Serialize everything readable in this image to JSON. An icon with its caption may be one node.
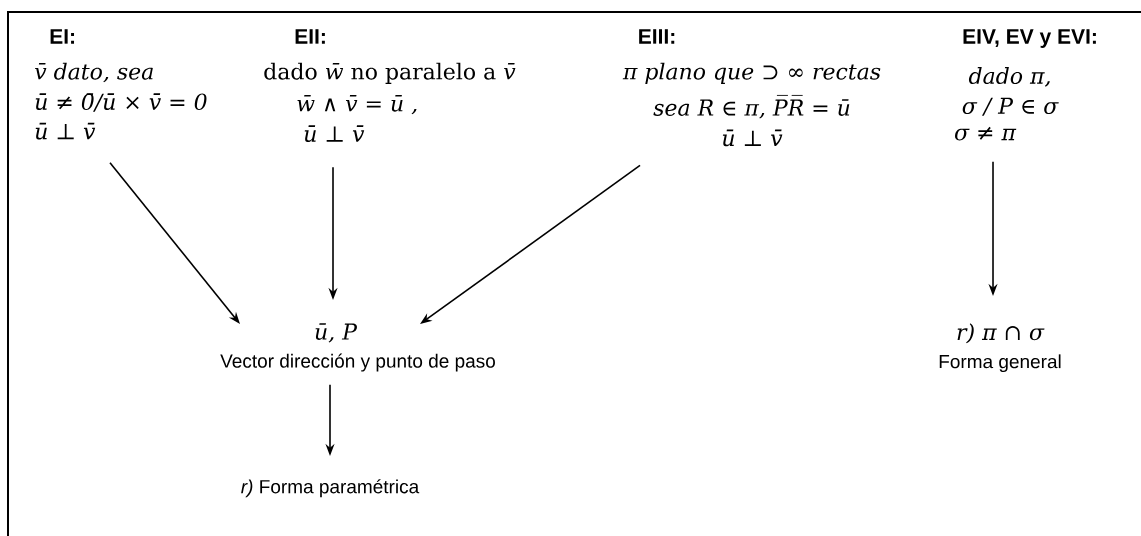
{
  "diagram": {
    "nodes": [
      {
        "text": [
          "EI:",
          "v̄ dato, sea",
          "ū ≠ 0̄/ū × v̄ = 0",
          "ū ⊥ v̄"
        ]
      },
      {
        "text": [
          "EII:",
          "dado *w̄* no paralelo a *v̄*",
          "w̄ ∧ v̄ = ū ,",
          "ū ⊥ v̄"
        ]
      },
      {
        "text": [
          "EIII:",
          "π plano que ⊃ ∞ rectas",
          "sea R ∈ π, P̅R̅ = ū",
          "ū ⊥ v̄"
        ]
      },
      {
        "text": [
          "EIV, EV y EVI:",
          "dado π,",
          "σ / P ∈ σ",
          "σ ≠ π"
        ]
      },
      {
        "text": [
          "ū, P",
          "Vector dirección y punto de paso"
        ]
      },
      {
        "text": [
          "*r)* Forma paramétrica"
        ]
      },
      {
        "text": [
          "r) π ∩ σ",
          "Forma general"
        ]
      }
    ],
    "edges": [
      {
        "from": 0,
        "to": 4,
        "arrow": "to"
      },
      {
        "from": 1,
        "to": 4,
        "arrow": "to"
      },
      {
        "from": 2,
        "to": 4,
        "arrow": "to"
      },
      {
        "from": 4,
        "to": 5,
        "arrow": "to"
      },
      {
        "from": 3,
        "to": 6,
        "arrow": "to"
      }
    ]
  }
}
